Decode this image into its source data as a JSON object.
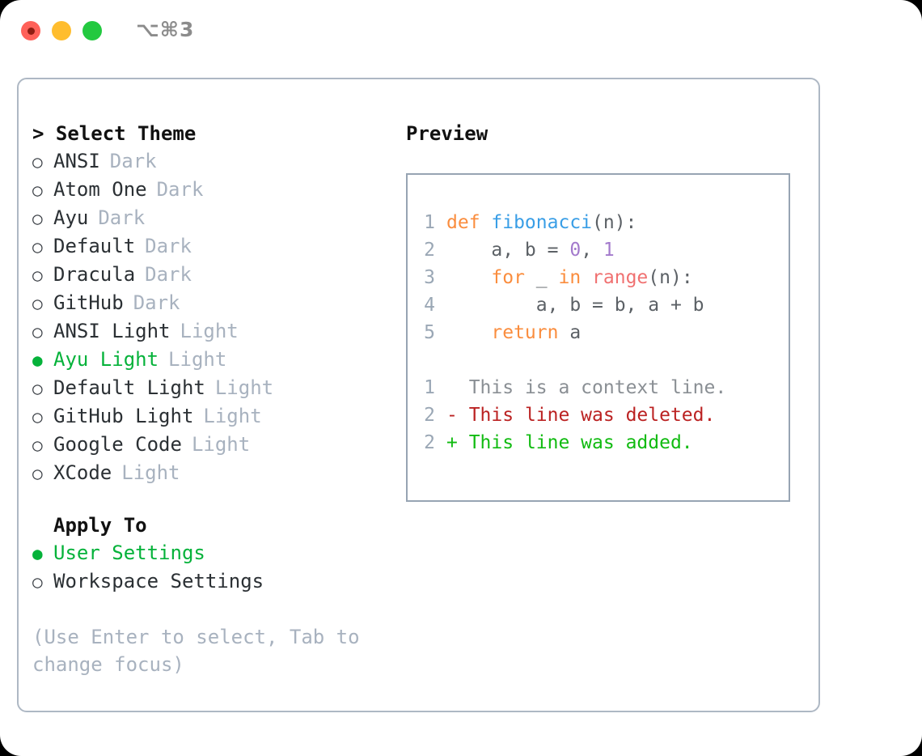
{
  "titlebar": {
    "shortcut": "⌥⌘3",
    "buttons": [
      {
        "name": "close",
        "color": "#ff6159"
      },
      {
        "name": "minimize",
        "color": "#ffbd2e"
      },
      {
        "name": "zoom",
        "color": "#23c940"
      }
    ]
  },
  "theme_list": {
    "header": "> Select Theme",
    "marker_selected": "●",
    "marker_unselected": "○",
    "items": [
      {
        "marker": "○",
        "label": "ANSI",
        "tag": "Dark",
        "selected": false
      },
      {
        "marker": "○",
        "label": "Atom One",
        "tag": "Dark",
        "selected": false
      },
      {
        "marker": "○",
        "label": "Ayu",
        "tag": "Dark",
        "selected": false
      },
      {
        "marker": "○",
        "label": "Default",
        "tag": "Dark",
        "selected": false
      },
      {
        "marker": "○",
        "label": "Dracula",
        "tag": "Dark",
        "selected": false
      },
      {
        "marker": "○",
        "label": "GitHub",
        "tag": "Dark",
        "selected": false
      },
      {
        "marker": "○",
        "label": "ANSI Light",
        "tag": "Light",
        "selected": false
      },
      {
        "marker": "●",
        "label": "Ayu Light",
        "tag": "Light",
        "selected": true
      },
      {
        "marker": "○",
        "label": "Default Light",
        "tag": "Light",
        "selected": false
      },
      {
        "marker": "○",
        "label": "GitHub Light",
        "tag": "Light",
        "selected": false
      },
      {
        "marker": "○",
        "label": "Google Code",
        "tag": "Light",
        "selected": false
      },
      {
        "marker": "○",
        "label": "XCode",
        "tag": "Light",
        "selected": false
      }
    ]
  },
  "apply_to": {
    "heading": "Apply To",
    "items": [
      {
        "marker": "●",
        "label": "User Settings",
        "selected": true
      },
      {
        "marker": "○",
        "label": "Workspace Settings",
        "selected": false
      }
    ]
  },
  "hint": "(Use Enter to select, Tab to change focus)",
  "preview": {
    "title": "Preview",
    "code_lines": [
      {
        "number": "1",
        "tokens": [
          {
            "text": "def ",
            "type": "kw"
          },
          {
            "text": "fibonacci",
            "type": "fn"
          },
          {
            "text": "(n):",
            "type": "punct"
          }
        ]
      },
      {
        "number": "2",
        "tokens": [
          {
            "text": "    a, b = ",
            "type": "id"
          },
          {
            "text": "0",
            "type": "num"
          },
          {
            "text": ", ",
            "type": "punct"
          },
          {
            "text": "1",
            "type": "num"
          }
        ]
      },
      {
        "number": "3",
        "tokens": [
          {
            "text": "    ",
            "type": "id"
          },
          {
            "text": "for",
            "type": "kw"
          },
          {
            "text": " _ ",
            "type": "id"
          },
          {
            "text": "in",
            "type": "kw"
          },
          {
            "text": " ",
            "type": "id"
          },
          {
            "text": "range",
            "type": "call"
          },
          {
            "text": "(n):",
            "type": "punct"
          }
        ]
      },
      {
        "number": "4",
        "tokens": [
          {
            "text": "        a, b = b, a + b",
            "type": "id"
          }
        ]
      },
      {
        "number": "5",
        "tokens": [
          {
            "text": "    ",
            "type": "id"
          },
          {
            "text": "return",
            "type": "kw"
          },
          {
            "text": " a",
            "type": "id"
          }
        ]
      }
    ],
    "diff_lines": [
      {
        "number": "1",
        "sign": " ",
        "text": " This is a context line.",
        "kind": "ctx"
      },
      {
        "number": "2",
        "sign": "-",
        "text": " This line was deleted.",
        "kind": "del"
      },
      {
        "number": "2",
        "sign": "+",
        "text": " This line was added.",
        "kind": "add"
      }
    ]
  },
  "colors": {
    "accent_green": "#05b23a",
    "muted": "#a8b2bf",
    "border": "#aeb8c4",
    "preview_border": "#97a4b3",
    "keyword": "#fa8d3e",
    "function": "#399ee6",
    "number": "#a37acc",
    "call": "#f07171",
    "identifier": "#5c6166",
    "lineno": "#9aa7b5",
    "diff_deleted": "#bb2222",
    "diff_added": "#11bb11",
    "diff_context": "#8a8f94"
  }
}
